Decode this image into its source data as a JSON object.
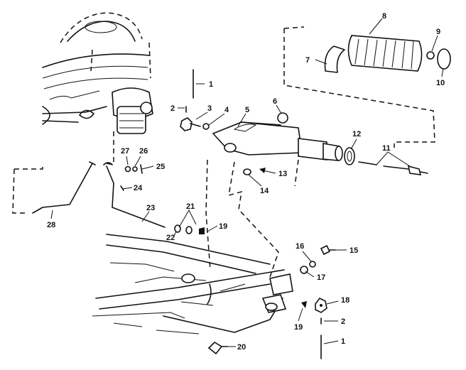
{
  "callouts": [
    "1",
    "2",
    "3",
    "4",
    "5",
    "6",
    "7",
    "8",
    "9",
    "10",
    "11",
    "12",
    "13",
    "14",
    "15",
    "16",
    "17",
    "18",
    "19",
    "20",
    "21",
    "22",
    "23",
    "24",
    "25",
    "26",
    "27",
    "28",
    "19",
    "2",
    "1"
  ]
}
